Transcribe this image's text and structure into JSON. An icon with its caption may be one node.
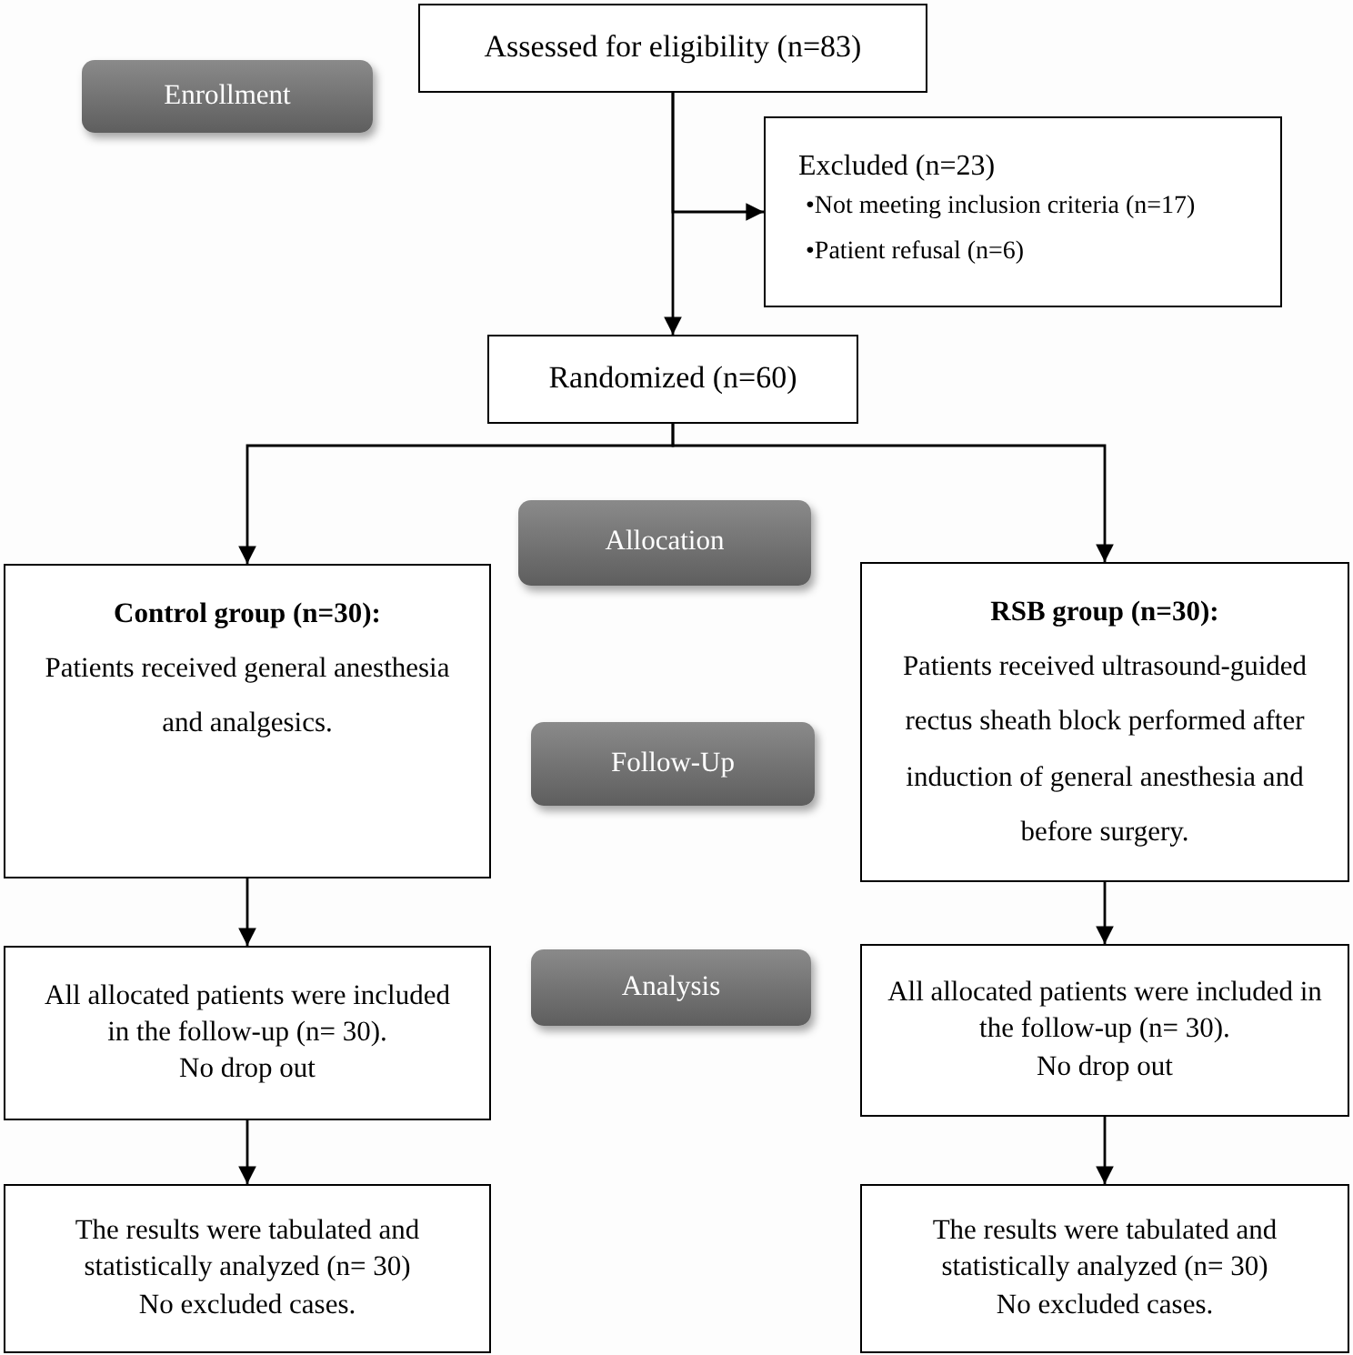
{
  "diagram": {
    "nodes": [
      {
        "text": [
          "Enrollment"
        ]
      },
      {
        "text": [
          "Assessed for eligibility (n=83)"
        ]
      },
      {
        "text": [
          "Excluded (n=23)",
          "•Not meeting inclusion criteria (n=17)",
          "•Patient refusal (n=6)"
        ]
      },
      {
        "text": [
          "Randomized (n=60)"
        ]
      },
      {
        "text": [
          "Allocation"
        ]
      },
      {
        "text": [
          "Control group (n=30):",
          "Patients received general anesthesia and analgesics."
        ]
      },
      {
        "text": [
          "Follow-Up"
        ]
      },
      {
        "text": [
          "RSB group (n=30):",
          "Patients received ultrasound-guided rectus sheath block performed after induction of general anesthesia and before surgery."
        ]
      },
      {
        "text": [
          "Analysis"
        ]
      },
      {
        "text": [
          "All allocated patients were included in the follow-up (n= 30).",
          "No drop out"
        ]
      },
      {
        "text": [
          "All allocated patients were included in the follow-up (n= 30).",
          "No drop out"
        ]
      },
      {
        "text": [
          "The results were tabulated and statistically analyzed (n= 30)",
          "No excluded cases."
        ]
      },
      {
        "text": [
          "The results were tabulated and statistically analyzed (n= 30)",
          "No excluded cases."
        ]
      }
    ],
    "edges": [
      {
        "from": 1,
        "to": 2,
        "arrow": "to"
      },
      {
        "from": 1,
        "to": 3,
        "arrow": "to"
      },
      {
        "from": 3,
        "to": 5,
        "arrow": "to"
      },
      {
        "from": 3,
        "to": 7,
        "arrow": "to"
      },
      {
        "from": 5,
        "to": 9,
        "arrow": "to"
      },
      {
        "from": 7,
        "to": 10,
        "arrow": "to"
      },
      {
        "from": 9,
        "to": 11,
        "arrow": "to"
      },
      {
        "from": 10,
        "to": 12,
        "arrow": "to"
      }
    ]
  }
}
